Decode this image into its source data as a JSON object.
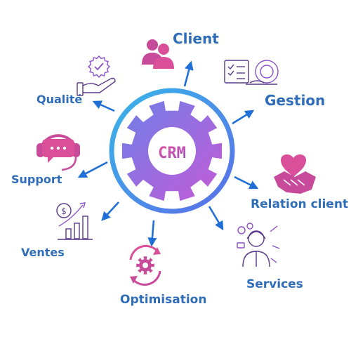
{
  "center": {
    "text": "CRM"
  },
  "labels": {
    "client": "Client",
    "gestion": "Gestion",
    "relation_client": "Relation client",
    "services": "Services",
    "optimisation": "Optimisation",
    "ventes": "Ventes",
    "support": "Support",
    "qualite": "Qualité"
  },
  "icons": {
    "client": "users-icon",
    "gestion": "checklist-icon",
    "relation_client": "handshake-heart-icon",
    "services": "customer-service-icon",
    "optimisation": "gear-refresh-icon",
    "ventes": "sales-growth-icon",
    "support": "headset-chat-icon",
    "qualite": "quality-badge-hand-icon"
  },
  "colors": {
    "label": "#2f6db8",
    "arrow": "#1f6fd6",
    "gradient_start": "#6f7fe8",
    "gradient_end": "#c45ad6",
    "icon_pink": "#d94f9a",
    "icon_purple": "#8a4fc9",
    "line_purple": "#5a3a8a"
  }
}
